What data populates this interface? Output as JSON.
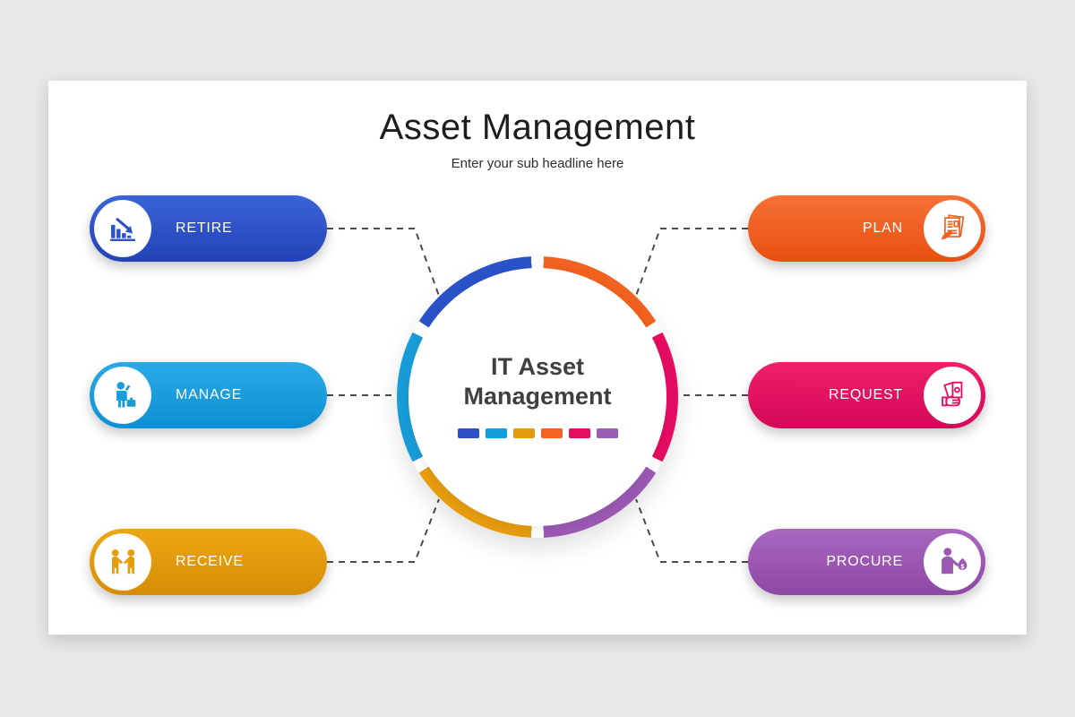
{
  "page": {
    "title": "Asset Management",
    "subtitle": "Enter your sub headline here"
  },
  "center": {
    "title_line1": "IT Asset",
    "title_line2": "Management",
    "ring_colors": [
      "#f1611f",
      "#e50c62",
      "#9c59b4",
      "#e79d0e",
      "#189dd9",
      "#2a52c9"
    ],
    "swatch_colors": [
      "#2b50c8",
      "#149ddb",
      "#e39c0e",
      "#f26321",
      "#e60e62",
      "#9a5fb5"
    ]
  },
  "items": [
    {
      "label": "RETIRE",
      "side": "left",
      "icon": "declining-chart-icon",
      "color": "#2a52c9",
      "color_top": "#3a63d8",
      "color_bottom": "#2243b6"
    },
    {
      "label": "MANAGE",
      "side": "left",
      "icon": "businessman-phone-icon",
      "color": "#189dd9",
      "color_top": "#2aaae4",
      "color_bottom": "#0e8fd2"
    },
    {
      "label": "RECEIVE",
      "side": "left",
      "icon": "handshake-icon",
      "color": "#e79d0e",
      "color_top": "#eda713",
      "color_bottom": "#d68d05"
    },
    {
      "label": "PLAN",
      "side": "right",
      "icon": "document-pencil-icon",
      "color": "#f1611f",
      "color_top": "#f57036",
      "color_bottom": "#e9500f"
    },
    {
      "label": "REQUEST",
      "side": "right",
      "icon": "money-in-hand-icon",
      "color": "#e50c62",
      "color_top": "#ee2068",
      "color_bottom": "#d40758"
    },
    {
      "label": "PROCURE",
      "side": "right",
      "icon": "person-money-bag-icon",
      "color": "#9c59b4",
      "color_top": "#a967c0",
      "color_bottom": "#8d48a5",
      "icon_symbol": "$"
    }
  ],
  "colors": {
    "background": "#e8e8ea",
    "slide": "#ffffff",
    "connector": "#4c4c4c",
    "title_text": "#1d1d1d",
    "center_text": "#3f3f3f"
  }
}
